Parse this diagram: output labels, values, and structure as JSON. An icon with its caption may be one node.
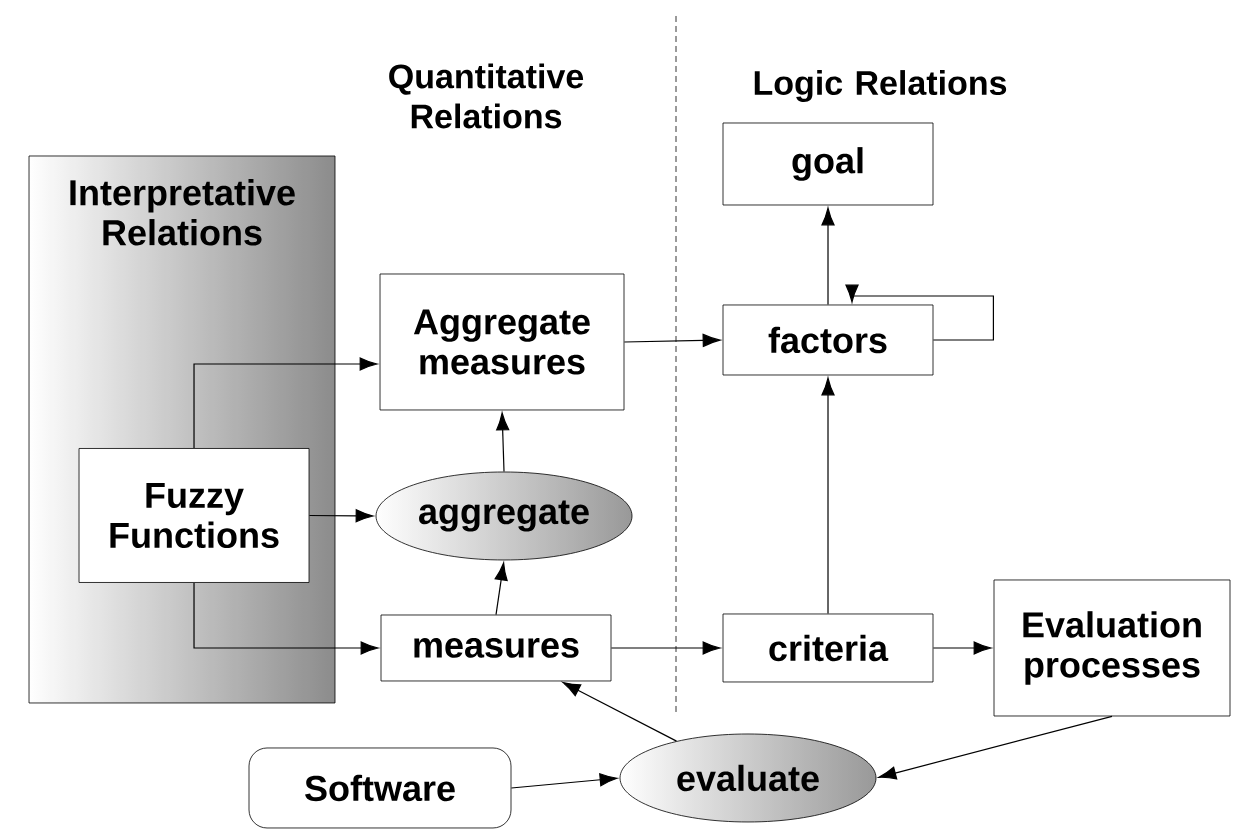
{
  "diagram": {
    "nodes": [
      {
        "text": [
          "Interpretative Relations"
        ]
      },
      {
        "text": [
          "Fuzzy Functions"
        ],
        "in": 0
      },
      {
        "text": [
          "Aggregate measures"
        ]
      },
      {
        "text": [
          "aggregate"
        ]
      },
      {
        "text": [
          "measures"
        ]
      },
      {
        "text": [
          "goal"
        ]
      },
      {
        "text": [
          "factors"
        ]
      },
      {
        "text": [
          "criteria"
        ]
      },
      {
        "text": [
          "Evaluation processes"
        ]
      },
      {
        "text": [
          "evaluate"
        ]
      },
      {
        "text": [
          "Software"
        ]
      }
    ],
    "edges": [
      {
        "from": 1,
        "to": 2,
        "arrow": "to"
      },
      {
        "from": 1,
        "to": 3,
        "arrow": "to"
      },
      {
        "from": 1,
        "to": 4,
        "arrow": "to"
      },
      {
        "from": 4,
        "to": 3,
        "arrow": "to"
      },
      {
        "from": 3,
        "to": 2,
        "arrow": "to"
      },
      {
        "from": 2,
        "to": 6,
        "arrow": "to"
      },
      {
        "from": 6,
        "to": 5,
        "arrow": "to"
      },
      {
        "from": 6,
        "to": 6,
        "arrow": "to"
      },
      {
        "from": 4,
        "to": 7,
        "arrow": "to"
      },
      {
        "from": 7,
        "to": 6,
        "arrow": "to"
      },
      {
        "from": 7,
        "to": 8,
        "arrow": "to"
      },
      {
        "from": 8,
        "to": 9,
        "arrow": "to"
      },
      {
        "from": 9,
        "to": 4,
        "arrow": "to"
      },
      {
        "from": 10,
        "to": 9,
        "arrow": "to"
      }
    ],
    "labels": [
      "Quantitative Relations",
      "Logic Relations"
    ]
  }
}
